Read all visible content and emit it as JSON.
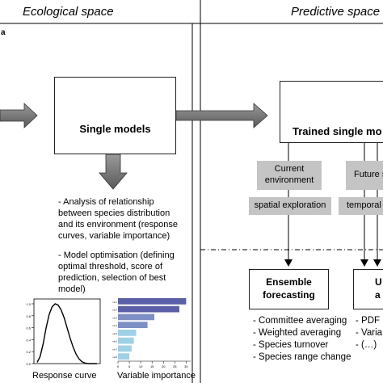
{
  "headers": {
    "ecological": "Ecological space",
    "predictive": "Predictive space"
  },
  "panel_letter": "a",
  "single_models": {
    "title": "Single models"
  },
  "trained_models": {
    "title": "Trained single mo"
  },
  "analysis_notes": [
    "- Analysis of relationship",
    "between species distribution",
    "and its environment (response",
    "curves, variable importance)"
  ],
  "optimisation_notes": [
    "- Model optimisation (defining",
    "optimal threshold, score of",
    "prediction, selection of best",
    "model)"
  ],
  "current_env": {
    "label_line1": "Current",
    "label_line2": "environment"
  },
  "future_env": {
    "label": "Future s"
  },
  "spatial": {
    "label": "spatial exploration"
  },
  "temporal": {
    "label": "temporal"
  },
  "ensemble": {
    "title_line1": "Ensemble",
    "title_line2": "forecasting"
  },
  "partial_box": {
    "line1": "U",
    "line2": "a"
  },
  "ensemble_items": [
    "- Committee averaging",
    "- Weighted averaging",
    "- Species turnover",
    "- Species range change"
  ],
  "partial_items": [
    "- PDF",
    "- Varia",
    "- (…)"
  ],
  "captions": {
    "response_curve": "Response curve",
    "variable_importance": "Variable importance"
  },
  "colors": {
    "bar": "#5b5fa8",
    "bar_light": "#9fd1e6",
    "grey_box": "#c4c4c4"
  },
  "chart_data": [
    {
      "type": "line",
      "title": "Response curve",
      "y_ticks": [
        "0.0",
        "0.2",
        "0.4",
        "0.6",
        "0.8",
        "1.0"
      ],
      "ylim": [
        0,
        1
      ],
      "series": [
        {
          "x": [
            0,
            1,
            2,
            3,
            4,
            5,
            6,
            7,
            8,
            9,
            10,
            11,
            12,
            13,
            14,
            15,
            16,
            17,
            18,
            19,
            20
          ],
          "y": [
            0.02,
            0.12,
            0.33,
            0.6,
            0.82,
            0.95,
            1.0,
            0.98,
            0.9,
            0.77,
            0.6,
            0.43,
            0.28,
            0.16,
            0.08,
            0.03,
            0.01,
            0.0,
            0.0,
            0.0,
            0.0
          ]
        }
      ]
    },
    {
      "type": "bar",
      "title": "Variable importance",
      "orientation": "horizontal",
      "categories": [
        "var1",
        "var2",
        "var3",
        "var4",
        "var5",
        "var6",
        "var7",
        "var8"
      ],
      "values": [
        30,
        27,
        16,
        13,
        8,
        7,
        6,
        5
      ],
      "x_ticks": [
        "0",
        "5",
        "10",
        "15",
        "20",
        "25",
        "30"
      ],
      "xlim": [
        0,
        32
      ]
    }
  ]
}
